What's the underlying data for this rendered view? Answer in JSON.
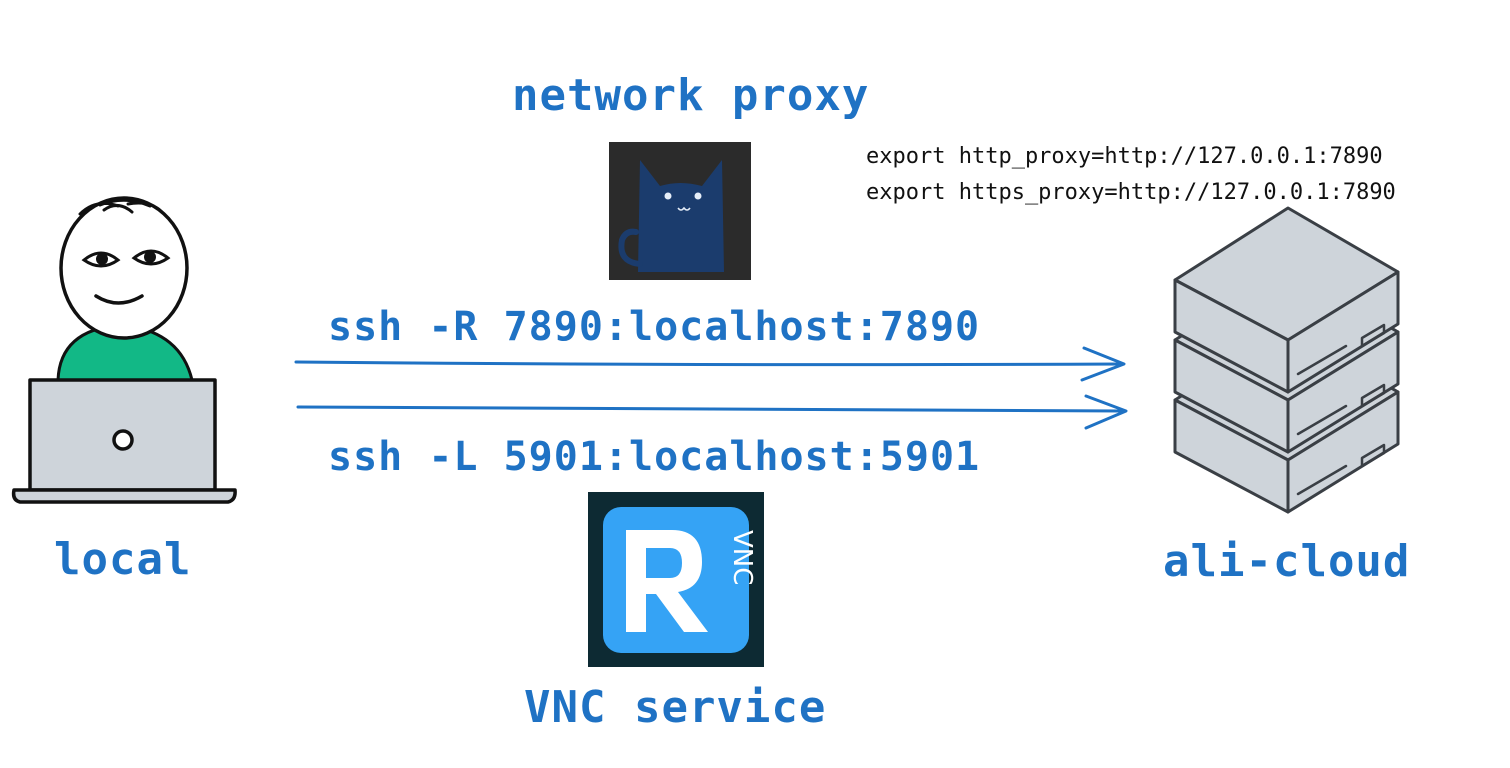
{
  "labels": {
    "network_proxy": "network proxy",
    "vnc_service": "VNC service",
    "local": "local",
    "remote": "ali-cloud"
  },
  "commands": {
    "reverse": "ssh -R 7890:localhost:7890",
    "forward": "ssh -L 5901:localhost:5901"
  },
  "exports": [
    "export http_proxy=http://127.0.0.1:7890",
    "export https_proxy=http://127.0.0.1:7890"
  ],
  "icons": {
    "proxy_app": "cat-icon",
    "vnc_app": "rvnc-icon",
    "user": "person-at-laptop-icon",
    "server": "server-stack-icon",
    "vnc_logo_text": "VNC"
  },
  "colors": {
    "accent": "#1f72c4",
    "person_shirt": "#12b886",
    "server_fill": "#ced4da",
    "vnc_blue": "#35a3f5",
    "cat_bg": "#2b2b2b"
  }
}
